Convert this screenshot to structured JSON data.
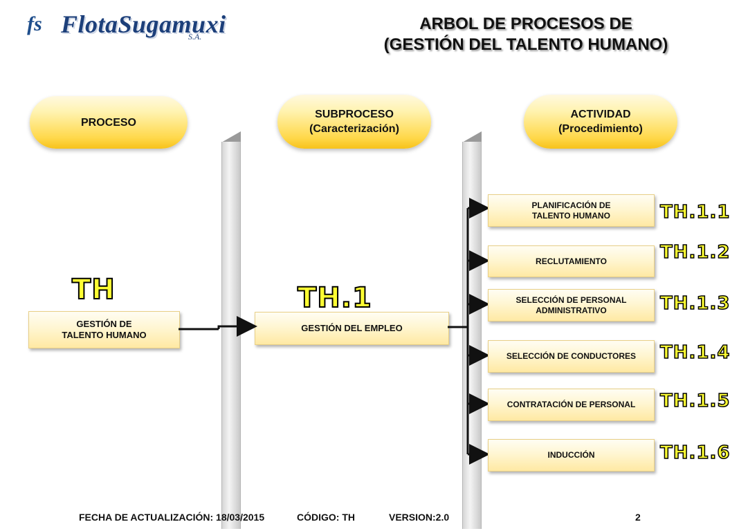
{
  "header": {
    "logo_mark": "fs",
    "logo_name": "FlotaSugamuxi",
    "logo_suffix": "S.A.",
    "title_line1": "ARBOL DE PROCESOS DE",
    "title_line2": "(GESTIÓN DEL TALENTO HUMANO)"
  },
  "columns": {
    "proceso": {
      "line1": "PROCESO"
    },
    "subproceso": {
      "line1": "SUBPROCESO",
      "line2": "(Caracterización)"
    },
    "actividad": {
      "line1": "ACTIVIDAD",
      "line2": "(Procedimiento)"
    }
  },
  "proceso": {
    "code": "TH",
    "line1": "GESTIÓN DE",
    "line2": "TALENTO HUMANO"
  },
  "subproceso": {
    "code": "TH.1",
    "label": "GESTIÓN DEL EMPLEO"
  },
  "actividades": [
    {
      "line1": "PLANIFICACIÓN DE",
      "line2": "TALENTO HUMANO",
      "code": "TH.1.1"
    },
    {
      "line1": "RECLUTAMIENTO",
      "line2": "",
      "code": "TH.1.2"
    },
    {
      "line1": "SELECCIÓN DE PERSONAL",
      "line2": "ADMINISTRATIVO",
      "code": "TH.1.3"
    },
    {
      "line1": "SELECCIÓN DE CONDUCTORES",
      "line2": "",
      "code": "TH.1.4"
    },
    {
      "line1": "CONTRATACIÓN DE PERSONAL",
      "line2": "",
      "code": "TH.1.5"
    },
    {
      "line1": "INDUCCIÓN",
      "line2": "",
      "code": "TH.1.6"
    }
  ],
  "footer": {
    "fecha": "FECHA DE ACTUALIZACIÓN: 18/03/2015",
    "codigo": "CÓDIGO:  TH",
    "version": "VERSION:2.0",
    "page": "2"
  },
  "colors": {
    "code_fill": "#ffff33",
    "pill_gold": "#f7c21a",
    "logo_blue": "#1c3f7a"
  }
}
